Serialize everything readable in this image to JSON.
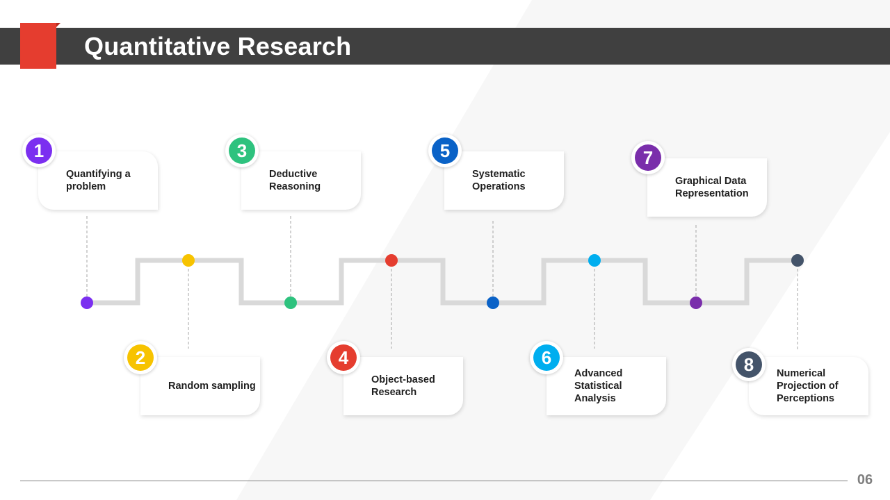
{
  "title": "Quantitative Research",
  "page_number": "06",
  "colors": {
    "header_bar": "#404040",
    "accent_red": "#e53d2f",
    "track": "#d9d9d9",
    "connector": "#a6a6a6",
    "background_stripe": "#f7f7f7"
  },
  "steps": [
    {
      "number": "1",
      "label": "Quantifying a problem",
      "color": "#7b2ff0"
    },
    {
      "number": "2",
      "label": "Random sampling",
      "color": "#f7c300"
    },
    {
      "number": "3",
      "label": "Deductive Reasoning",
      "color": "#2ec27e"
    },
    {
      "number": "4",
      "label": "Object-based Research",
      "color": "#e53d2f"
    },
    {
      "number": "5",
      "label": "Systematic Operations",
      "color": "#0a62c7"
    },
    {
      "number": "6",
      "label": "Advanced Statistical Analysis",
      "color": "#00aeef"
    },
    {
      "number": "7",
      "label": "Graphical Data Representation",
      "color": "#7a2eab"
    },
    {
      "number": "8",
      "label": "Numerical Projection of Perceptions",
      "color": "#44546a"
    }
  ]
}
